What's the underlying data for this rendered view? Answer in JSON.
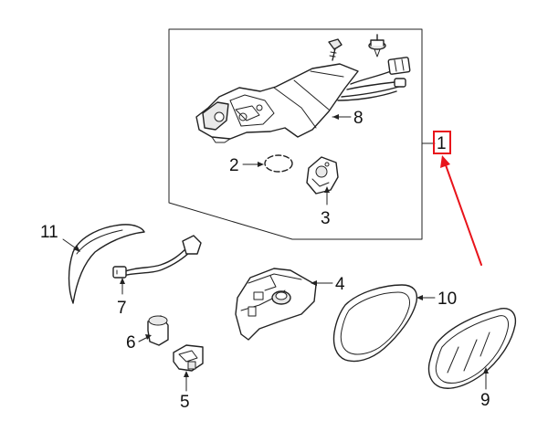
{
  "diagram": {
    "callouts": [
      {
        "id": "1",
        "label": "1"
      },
      {
        "id": "2",
        "label": "2"
      },
      {
        "id": "3",
        "label": "3"
      },
      {
        "id": "4",
        "label": "4"
      },
      {
        "id": "5",
        "label": "5"
      },
      {
        "id": "6",
        "label": "6"
      },
      {
        "id": "7",
        "label": "7"
      },
      {
        "id": "8",
        "label": "8"
      },
      {
        "id": "9",
        "label": "9"
      },
      {
        "id": "10",
        "label": "10"
      },
      {
        "id": "11",
        "label": "11"
      }
    ],
    "highlight": {
      "callout": "1",
      "color": "#e8141b"
    },
    "line_color": "#222222"
  }
}
